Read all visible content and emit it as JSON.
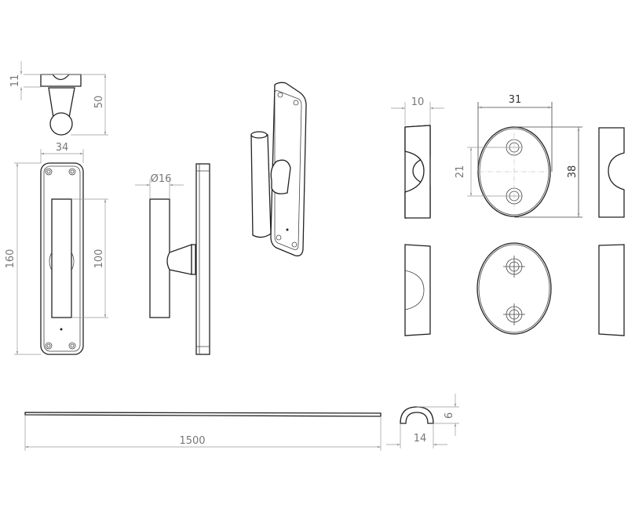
{
  "dimensions": {
    "knob_top_height": "11",
    "knob_total_height": "50",
    "plate_width": "34",
    "plate_height": "160",
    "handle_length": "100",
    "handle_diameter": "Ø16",
    "spacer_width": "10",
    "rosette_width": "31",
    "hole_spacing": "21",
    "rosette_height": "38",
    "rail_length": "1500",
    "profile_width": "14",
    "profile_height": "6"
  }
}
